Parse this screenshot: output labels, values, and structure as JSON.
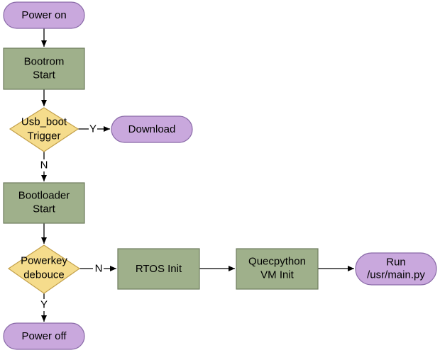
{
  "colors": {
    "terminal_fill": "#c9a8dd",
    "terminal_stroke": "#8a6aa8",
    "process_fill": "#9fb08b",
    "process_stroke": "#6e7d5e",
    "decision_fill": "#f5dc8c",
    "decision_stroke": "#c3a04a",
    "line": "#000000"
  },
  "nodes": {
    "power_on": {
      "shape": "terminal",
      "lines": [
        "Power on"
      ]
    },
    "bootrom": {
      "shape": "process",
      "lines": [
        "Bootrom",
        "Start"
      ]
    },
    "usb_boot": {
      "shape": "decision",
      "lines": [
        "Usb_boot",
        "Trigger"
      ]
    },
    "download": {
      "shape": "terminal",
      "lines": [
        "Download"
      ]
    },
    "bootloader": {
      "shape": "process",
      "lines": [
        "Bootloader",
        "Start"
      ]
    },
    "powerkey": {
      "shape": "decision",
      "lines": [
        "Powerkey",
        "debouce"
      ]
    },
    "rtos": {
      "shape": "process",
      "lines": [
        "RTOS Init"
      ]
    },
    "vm": {
      "shape": "process",
      "lines": [
        "Quecpython",
        "VM Init"
      ]
    },
    "run": {
      "shape": "terminal",
      "lines": [
        "Run",
        "/usr/main.py"
      ]
    },
    "power_off": {
      "shape": "terminal",
      "lines": [
        "Power off"
      ]
    }
  },
  "edges": [
    {
      "from": "power_on",
      "to": "bootrom",
      "label": ""
    },
    {
      "from": "bootrom",
      "to": "usb_boot",
      "label": ""
    },
    {
      "from": "usb_boot",
      "to": "download",
      "label": "Y"
    },
    {
      "from": "usb_boot",
      "to": "bootloader",
      "label": "N"
    },
    {
      "from": "bootloader",
      "to": "powerkey",
      "label": ""
    },
    {
      "from": "powerkey",
      "to": "rtos",
      "label": "N"
    },
    {
      "from": "rtos",
      "to": "vm",
      "label": ""
    },
    {
      "from": "vm",
      "to": "run",
      "label": ""
    },
    {
      "from": "powerkey",
      "to": "power_off",
      "label": "Y"
    }
  ]
}
